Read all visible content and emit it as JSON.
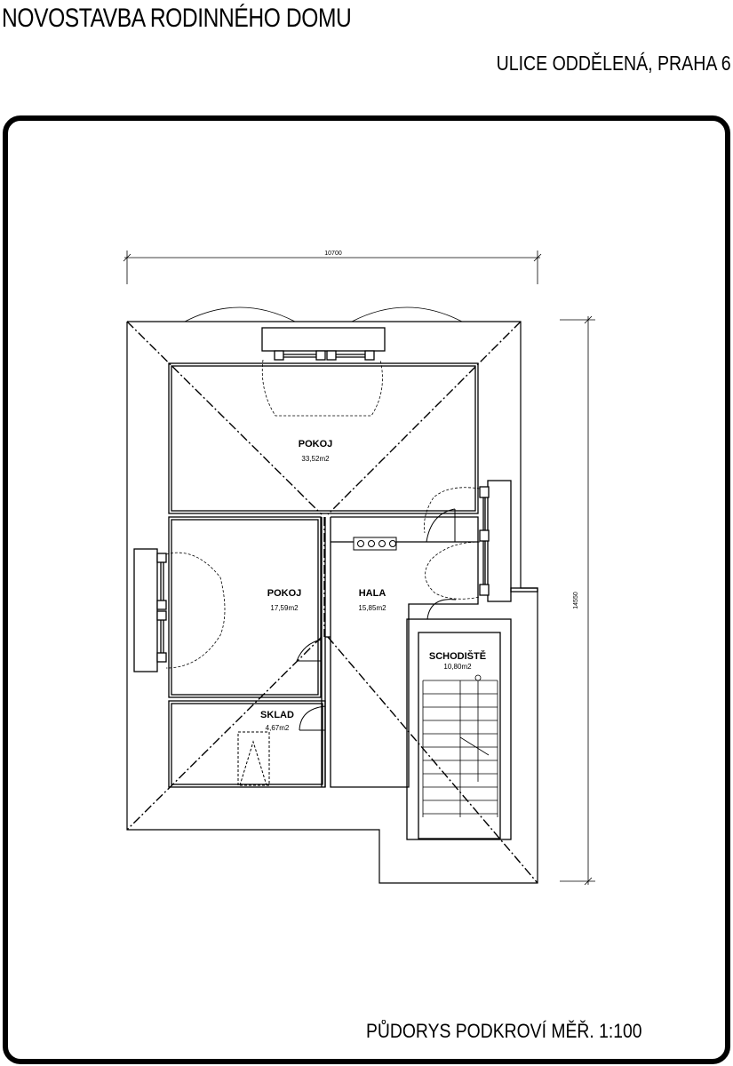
{
  "header": {
    "title": "NOVOSTAVBA RODINNÉHO DOMU",
    "address": "ULICE ODDĚLENÁ, PRAHA 6"
  },
  "caption": "PŮDORYS PODKROVÍ   MĚŘ. 1:100",
  "dimensions": {
    "width": "10700",
    "depth": "14550"
  },
  "rooms": [
    {
      "name": "POKOJ",
      "area": "33,52m2"
    },
    {
      "name": "POKOJ",
      "area": "17,59m2"
    },
    {
      "name": "HALA",
      "area": "15,85m2"
    },
    {
      "name": "SCHODIŠTĚ",
      "area": "10,80m2"
    },
    {
      "name": "SKLAD",
      "area": "4,67m2"
    }
  ]
}
